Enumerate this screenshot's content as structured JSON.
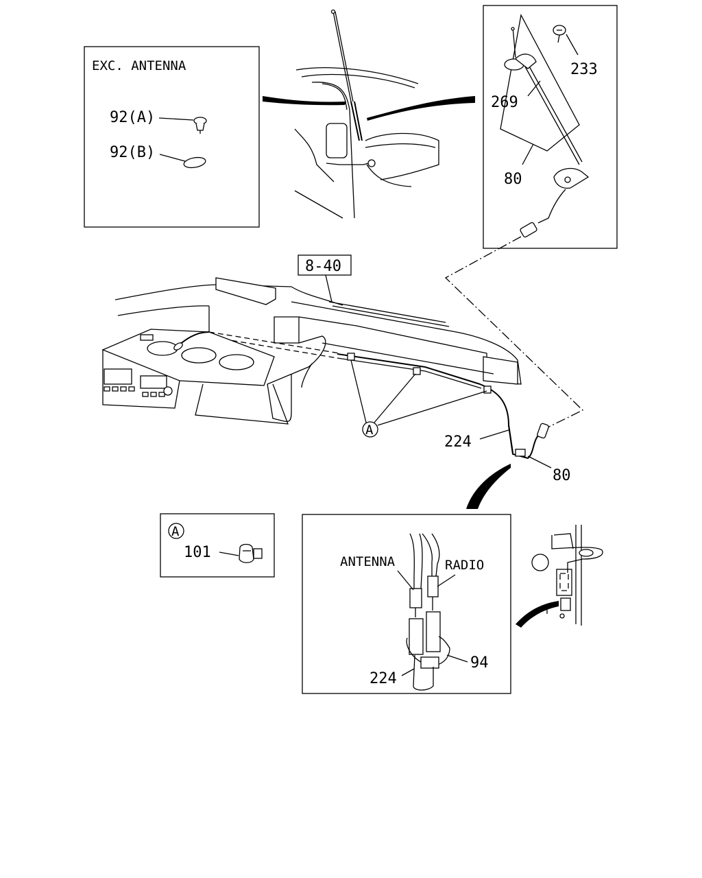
{
  "inset_exc_antenna": {
    "title": "EXC. ANTENNA",
    "part_a": "92(A)",
    "part_b": "92(B)"
  },
  "inset_antenna_mount": {
    "label_233": "233",
    "label_269": "269",
    "label_80": "80"
  },
  "main": {
    "ref_box": "8-40",
    "clip_marker": "A",
    "label_224": "224",
    "label_80": "80"
  },
  "inset_clip": {
    "marker": "A",
    "part": "101"
  },
  "inset_connector": {
    "antenna": "ANTENNA",
    "radio": "RADIO",
    "label_94": "94",
    "label_224": "224"
  }
}
